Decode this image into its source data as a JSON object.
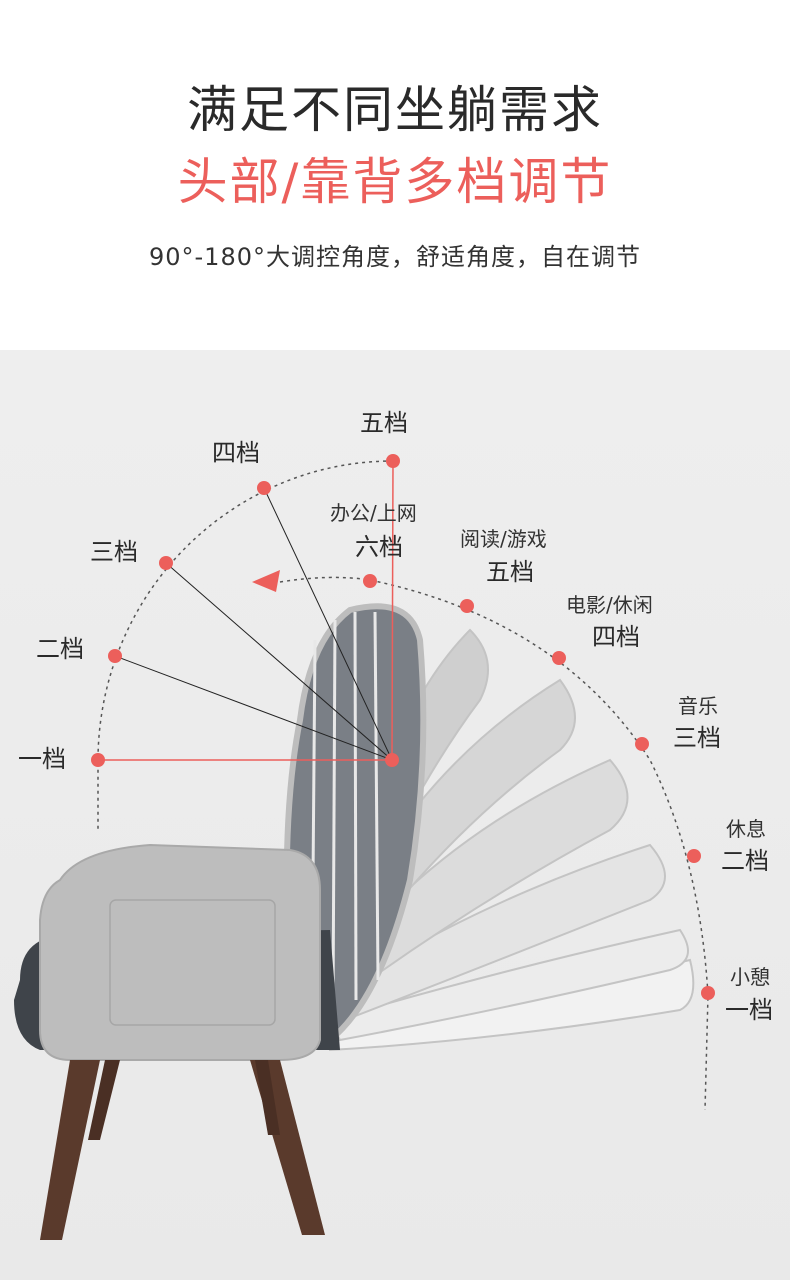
{
  "header": {
    "title_line1": "满足不同坐躺需求",
    "title_line2": "头部/靠背多档调节",
    "subtitle": "90°-180°大调控角度，舒适角度，自在调节"
  },
  "backrest_levels": {
    "one": "一档",
    "two": "二档",
    "three": "三档",
    "four": "四档",
    "five": "五档"
  },
  "head_levels": {
    "six": {
      "scene": "办公/上网",
      "level": "六档"
    },
    "five": {
      "scene": "阅读/游戏",
      "level": "五档"
    },
    "four": {
      "scene": "电影/休闲",
      "level": "四档"
    },
    "three": {
      "scene": "音乐",
      "level": "三档"
    },
    "two": {
      "scene": "休息",
      "level": "二档"
    },
    "one": {
      "scene": "小憩",
      "level": "一档"
    }
  },
  "colors": {
    "accent": "#ec5f5b",
    "title": "#2a2a2a",
    "background": "#ececec",
    "fabric": "#c9c9c9",
    "leg": "#5a3a2c"
  }
}
